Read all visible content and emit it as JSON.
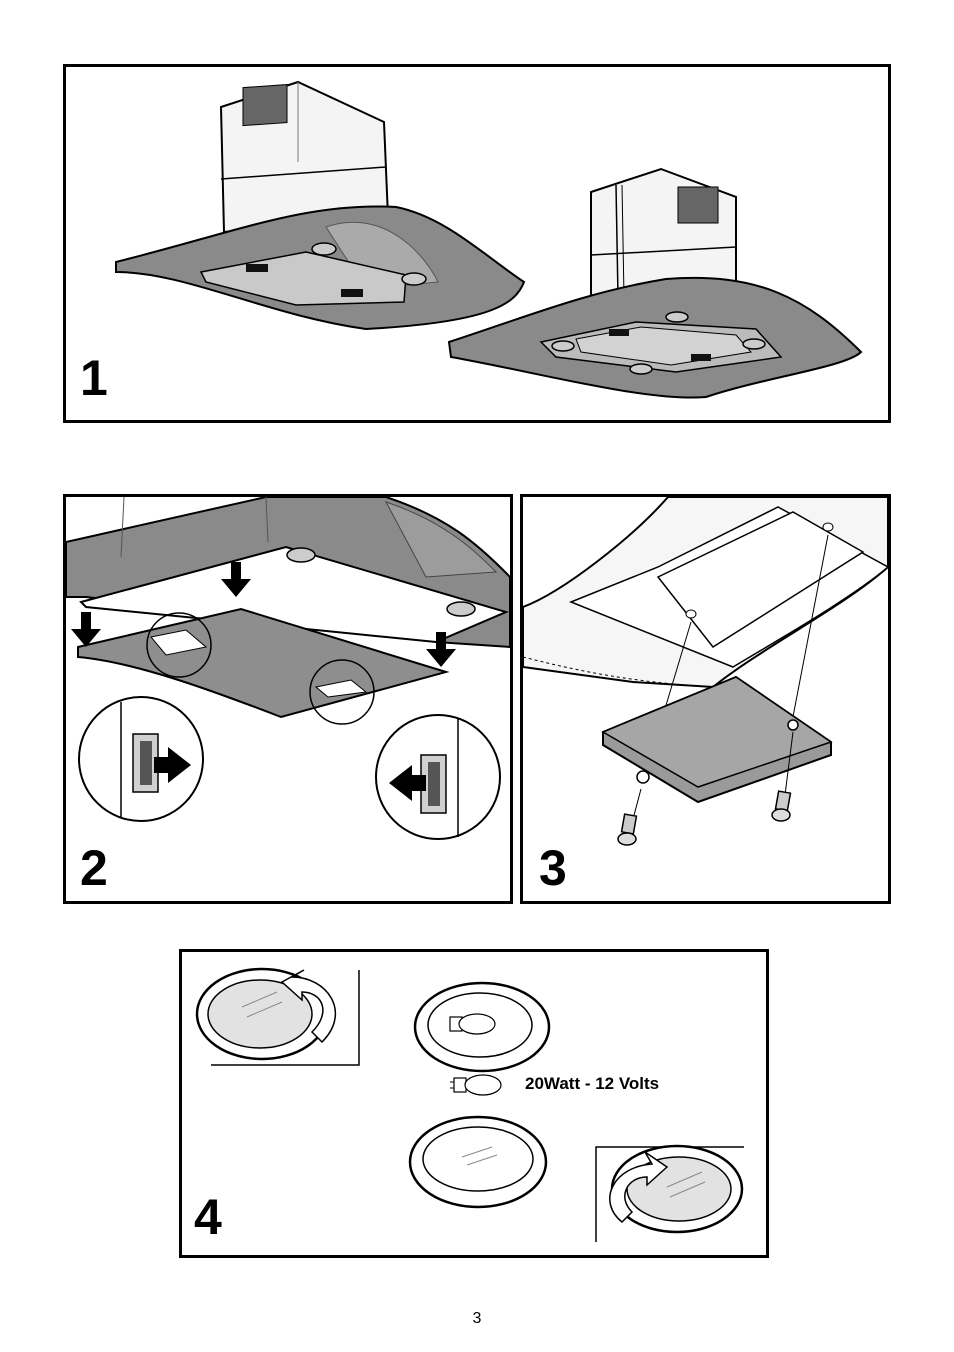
{
  "steps": [
    {
      "number": "1"
    },
    {
      "number": "2"
    },
    {
      "number": "3"
    },
    {
      "number": "4"
    }
  ],
  "bulb_spec": "20Watt - 12 Volts",
  "page_number": "3",
  "colors": {
    "hood_glass": "#8a8a8a",
    "hood_glass_light": "#bdbdbd",
    "hood_body": "#f2f2f2",
    "outline": "#000000",
    "filter": "#d7d7d7"
  }
}
